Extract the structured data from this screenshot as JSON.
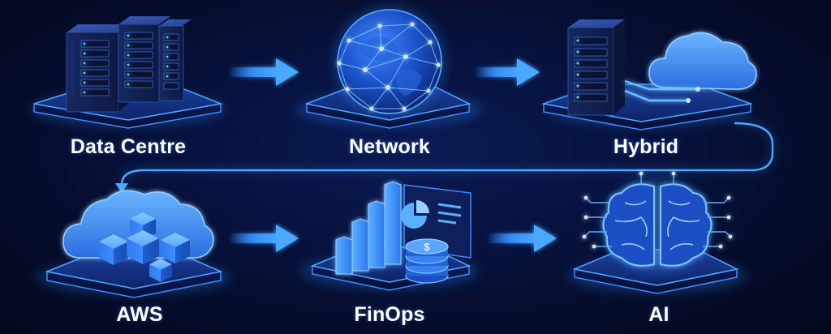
{
  "colors": {
    "background": "#071341",
    "accent": "#2f8cff",
    "glow": "#4aa8ff",
    "label": "#ffffff"
  },
  "steps": [
    {
      "id": "data-centre",
      "label": "Data Centre",
      "icon": "server-rack-icon"
    },
    {
      "id": "network",
      "label": "Network",
      "icon": "globe-network-icon"
    },
    {
      "id": "hybrid",
      "label": "Hybrid",
      "icon": "server-cloud-icon"
    },
    {
      "id": "aws",
      "label": "AWS",
      "icon": "cloud-cubes-icon"
    },
    {
      "id": "finops",
      "label": "FinOps",
      "icon": "bar-chart-coins-icon"
    },
    {
      "id": "ai",
      "label": "AI",
      "icon": "brain-circuit-icon"
    }
  ]
}
